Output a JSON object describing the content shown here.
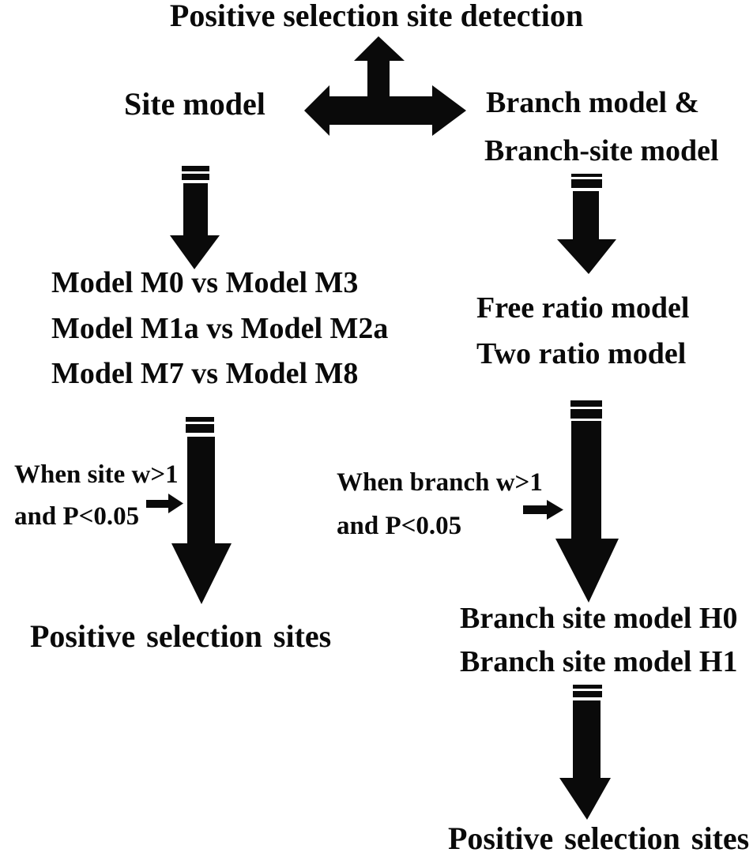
{
  "title": "Positive selection site detection",
  "left_branch": {
    "label": "Site model",
    "comparisons": [
      "Model M0 vs Model M3",
      "Model M1a vs Model M2a",
      "Model M7 vs Model M8"
    ],
    "condition": {
      "line1": "When site w>1",
      "line2": "and P<0.05"
    },
    "result": "Positive selection sites"
  },
  "right_branch": {
    "label_line1": "Branch model &",
    "label_line2": "Branch-site model",
    "ratio_models": [
      "Free ratio model",
      "Two ratio model"
    ],
    "condition": {
      "line1": "When branch w>1",
      "line2": "and P<0.05"
    },
    "hypotheses": [
      "Branch site model H0",
      "Branch site model H1"
    ],
    "result": "Positive selection sites"
  },
  "icons": {
    "branch_split": "three-way-branch-arrow",
    "flow": "striped-down-arrow",
    "condition_pointer": "right-arrow"
  },
  "colors": {
    "ink": "#0a0a0a",
    "background": "#ffffff"
  }
}
